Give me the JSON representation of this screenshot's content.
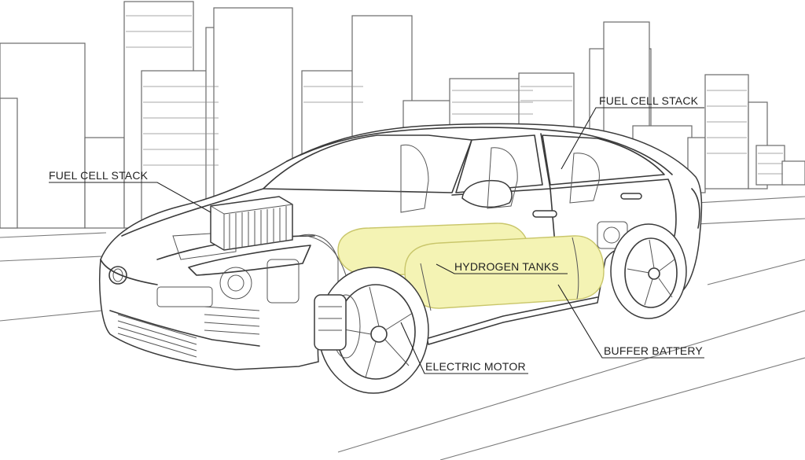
{
  "labels": {
    "fuel_cell_stack_left": "FUEL CELL STACK",
    "fuel_cell_stack_right": "FUEL CELL STACK",
    "hydrogen_tanks": "HYDROGEN TANKS",
    "buffer_battery": "BUFFER BATTERY",
    "electric_motor": "ELECTRIC MOTOR"
  },
  "colors": {
    "tank_fill": "#f4f3b4",
    "tank_stroke": "#c9c66a",
    "line": "#3a3a3a"
  }
}
